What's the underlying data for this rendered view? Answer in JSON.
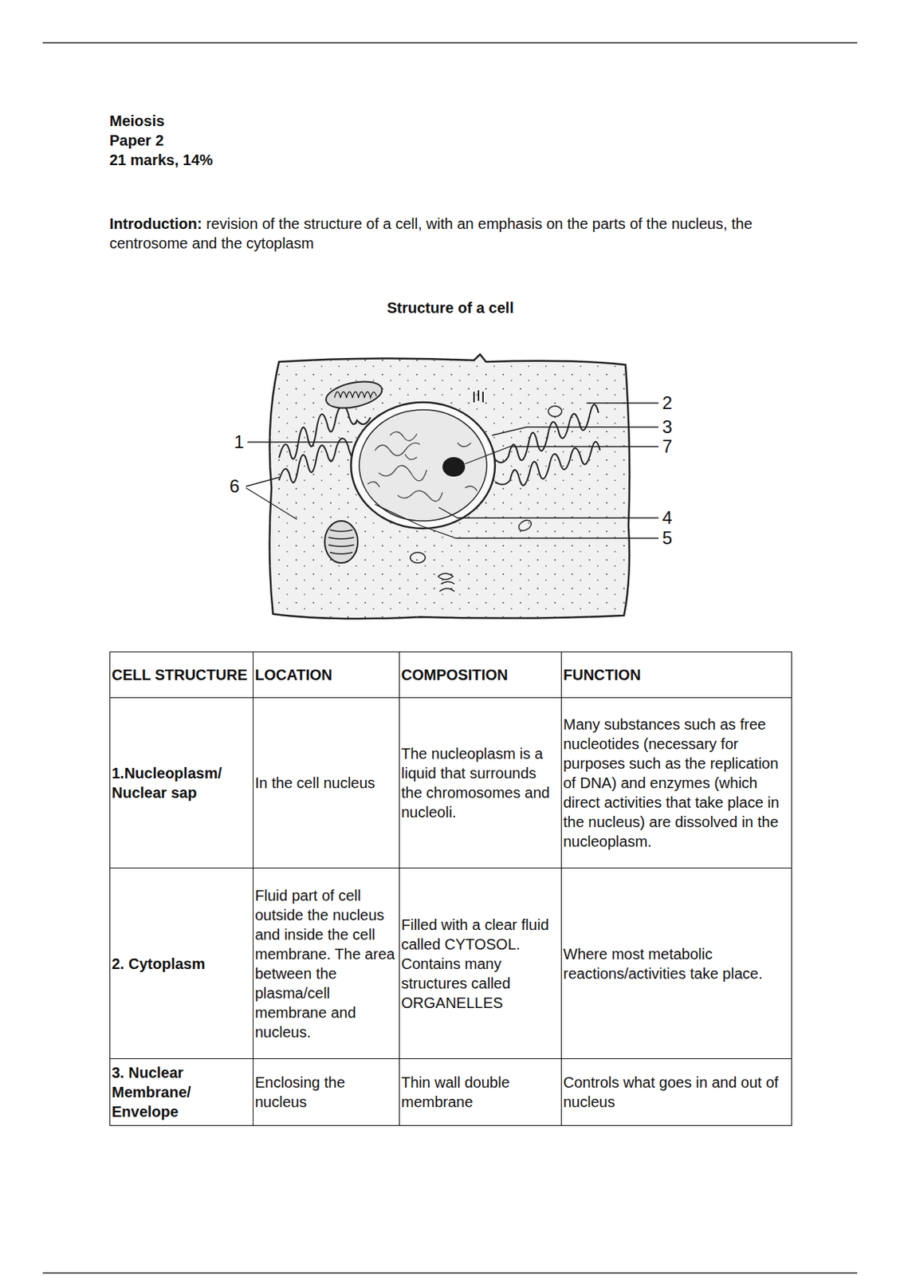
{
  "diagram": {
    "title": "Structure of a cell",
    "labels": [
      "Meiosis",
      "Paper 2",
      "21 marks, 14%",
      "Introduction:",
      "revision of the structure of a cell, with an emphasis on the parts of the nucleus, the centrosome and the cytoplasm",
      "2",
      "3",
      "7",
      "1",
      "6",
      "4",
      "5",
      "CELL STRUCTURE",
      "LOCATION",
      "COMPOSITION",
      "FUNCTION",
      "1.Nucleoplasm/ Nuclear sap",
      "In the cell nucleus",
      "The nucleoplasm is a liquid that surrounds the chromosomes and nucleoli.",
      "Many substances such as free nucleotides (necessary for purposes such as the replication of DNA) and enzymes (which direct activities that take place in the nucleus) are dissolved in the nucleoplasm.",
      "2. Cytoplasm",
      "Fluid part of cell outside the nucleus and inside the cell membrane. The area between the plasma/cell membrane and nucleus.",
      "Filled with a clear fluid called CYTOSOL. Contains many structures called ORGANELLES",
      "Where most metabolic reactions/activities take place.",
      "3. Nuclear Membrane/ Envelope",
      "Enclosing the nucleus",
      "Thin wall double membrane",
      "Controls what goes in and out of nucleus"
    ]
  }
}
